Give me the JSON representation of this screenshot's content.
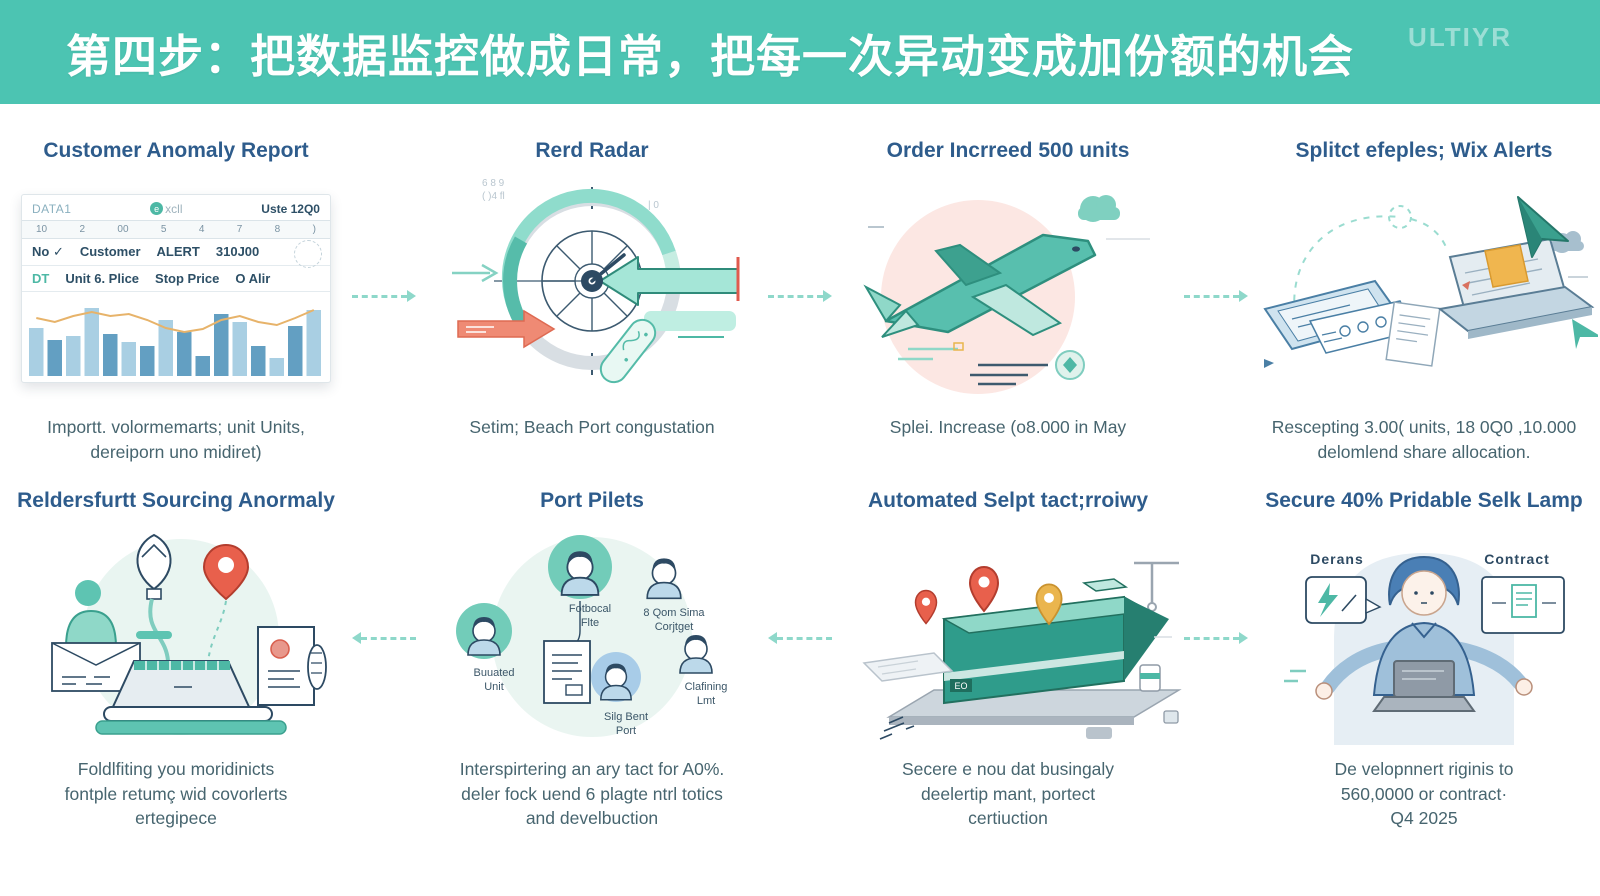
{
  "header": {
    "title": "第四步：把数据监控做成日常，把每一次异动变成加份额的机会",
    "watermark": "ULTIYR"
  },
  "colors": {
    "header_bg": "#4cc4b2",
    "arrow": "#8ed8ca",
    "title_text": "#2e5c8c",
    "caption_text": "#47656f",
    "pin_red": "#e8604c",
    "pin_yellow": "#eab54e",
    "pink_bg": "#fce7e3",
    "teal": "#4db8a5"
  },
  "panels": [
    {
      "title": "Customer Anomaly Report",
      "caption": "Importt. volormemarts; unit Units,\ndereiporn uno midiret)",
      "card": {
        "label": "DATA1",
        "logo_badge": "e",
        "logo_text": "xcll",
        "units_label": "Uste 12Q0",
        "ticks": [
          "10",
          "2",
          "00",
          "5",
          "4",
          "7",
          "8",
          ")"
        ],
        "row1": {
          "c1": "No ✓",
          "c2": "Customer",
          "c3": "ALERT",
          "c4": "310J00"
        },
        "row2": {
          "c1": "DT",
          "c2": "Unit 6. Plice",
          "c3": "Stop Price",
          "c4": "O Alir"
        },
        "chart": {
          "type": "bar",
          "values": [
            48,
            36,
            40,
            68,
            42,
            34,
            30,
            56,
            44,
            20,
            62,
            54,
            30,
            18,
            50,
            66
          ],
          "shades": [
            "light",
            "dark",
            "light",
            "light",
            "dark",
            "light",
            "dark",
            "light",
            "dark",
            "dark",
            "dark",
            "light",
            "dark",
            "light",
            "dark",
            "light"
          ],
          "line": [
            44,
            40,
            46,
            50,
            46,
            48,
            42,
            34,
            30,
            33,
            42,
            46,
            40,
            37,
            44,
            52
          ]
        }
      }
    },
    {
      "title": "Rerd Radar",
      "caption": "Setim; Beach Port congustation",
      "stray_tl": "6 8 9\n( )4 fl",
      "stray_tr": "| 0"
    },
    {
      "title": "Order Incrreed 500 units",
      "caption": "Splei. Increase (o8.000 in May"
    },
    {
      "title": "Splitct efeples; Wix Alerts",
      "caption": "Rescepting 3.00( units, 18 0Q0 ,10.000\ndelomlend share allocation."
    },
    {
      "title": "Reldersfurtt Sourcing Anormaly",
      "caption": "Foldlfiting you moridinicts\nfontple retumç wid covorlerts\nertegipece"
    },
    {
      "title": "Port Pilets",
      "caption": "Interspirtering an ary tact for A0%.\ndeler fock uend 6 plagte ntrl totics\nand develbuction",
      "people": [
        "Fotbocal\nFlte",
        "8 Qom Sima\nCorjtget",
        "Buuated\nUnit",
        "Clafining\nLmt",
        "Silg Bent\nPort"
      ]
    },
    {
      "title": "Automated Selpt tact;rroiwy",
      "caption": "Secere e nou dat busingaly\ndeelertip mant, portect\ncertiuction",
      "box_label": "EO"
    },
    {
      "title": "Secure 40% Pridable Selk Lamp",
      "caption": "De velopnnert riginis to\n560,0000 or contract·\nQ4 2025",
      "bubbles": {
        "left": "Derans",
        "right": "Contract"
      }
    }
  ]
}
